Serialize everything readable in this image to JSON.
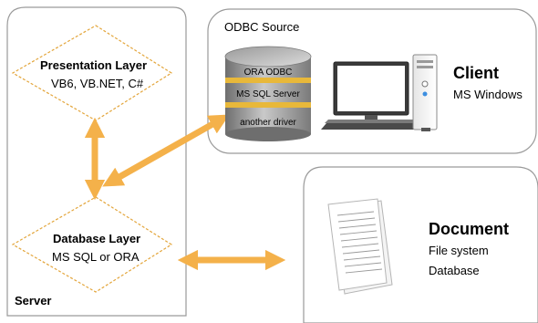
{
  "server": {
    "label": "Server",
    "presentation_layer": {
      "title": "Presentation Layer",
      "subtitle": "VB6, VB.NET, C#"
    },
    "database_layer": {
      "title": "Database Layer",
      "subtitle": "MS SQL or ORA"
    }
  },
  "odbc_source": {
    "label": "ODBC Source",
    "drivers": [
      "ORA ODBC",
      "MS SQL Server",
      "another driver"
    ],
    "client": {
      "title": "Client",
      "subtitle": "MS Windows"
    }
  },
  "document_panel": {
    "title": "Document",
    "lines": [
      "File system",
      "Database"
    ]
  },
  "colors": {
    "arrow": "#f4b14a",
    "panel_border": "#9a9a9a",
    "driver_band": "#e8b83a",
    "disk_gray": "#8a8a8a"
  }
}
